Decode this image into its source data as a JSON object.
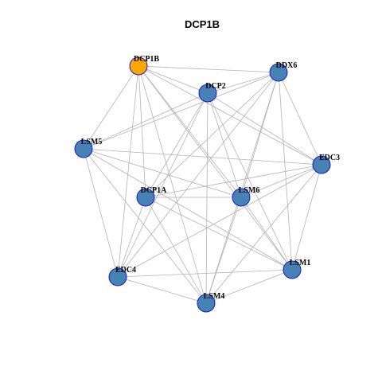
{
  "title": "DCP1B",
  "colors": {
    "focus_node": "#FFA500",
    "node": "#4682B4",
    "node_border": "#0000CD",
    "edge": "#B3B3B3"
  },
  "nodes": [
    {
      "id": "DCP1B",
      "label": "DCP1B",
      "focus": true
    },
    {
      "id": "DDX6",
      "label": "DDX6",
      "focus": false
    },
    {
      "id": "DCP2",
      "label": "DCP2",
      "focus": false
    },
    {
      "id": "LSM5",
      "label": "LSM5",
      "focus": false
    },
    {
      "id": "EDC3",
      "label": "EDC3",
      "focus": false
    },
    {
      "id": "DCP1A",
      "label": "DCP1A",
      "focus": false
    },
    {
      "id": "LSM6",
      "label": "LSM6",
      "focus": false
    },
    {
      "id": "LSM1",
      "label": "LSM1",
      "focus": false
    },
    {
      "id": "EDC4",
      "label": "EDC4",
      "focus": false
    },
    {
      "id": "LSM4",
      "label": "LSM4",
      "focus": false
    }
  ],
  "edges": [
    [
      "DCP1B",
      "DDX6"
    ],
    [
      "DCP1B",
      "DCP2"
    ],
    [
      "DCP1B",
      "LSM5"
    ],
    [
      "DCP1B",
      "EDC3"
    ],
    [
      "DCP1B",
      "DCP1A"
    ],
    [
      "DCP1B",
      "LSM6"
    ],
    [
      "DCP1B",
      "LSM1"
    ],
    [
      "DCP1B",
      "EDC4"
    ],
    [
      "DCP1B",
      "LSM4"
    ],
    [
      "DDX6",
      "DCP2"
    ],
    [
      "DDX6",
      "LSM5"
    ],
    [
      "DDX6",
      "EDC3"
    ],
    [
      "DDX6",
      "DCP1A"
    ],
    [
      "DDX6",
      "LSM6"
    ],
    [
      "DDX6",
      "LSM1"
    ],
    [
      "DDX6",
      "EDC4"
    ],
    [
      "DDX6",
      "LSM4"
    ],
    [
      "DCP2",
      "LSM5"
    ],
    [
      "DCP2",
      "EDC3"
    ],
    [
      "DCP2",
      "DCP1A"
    ],
    [
      "DCP2",
      "LSM6"
    ],
    [
      "DCP2",
      "LSM1"
    ],
    [
      "DCP2",
      "EDC4"
    ],
    [
      "DCP2",
      "LSM4"
    ],
    [
      "LSM5",
      "EDC3"
    ],
    [
      "LSM5",
      "LSM6"
    ],
    [
      "LSM5",
      "LSM1"
    ],
    [
      "LSM5",
      "EDC4"
    ],
    [
      "LSM5",
      "LSM4"
    ],
    [
      "EDC3",
      "DCP1A"
    ],
    [
      "EDC3",
      "EDC4"
    ],
    [
      "EDC3",
      "LSM4"
    ],
    [
      "EDC3",
      "LSM1"
    ],
    [
      "EDC3",
      "LSM6"
    ],
    [
      "DCP1A",
      "LSM6"
    ],
    [
      "DCP1A",
      "LSM1"
    ],
    [
      "DCP1A",
      "EDC4"
    ],
    [
      "DCP1A",
      "LSM4"
    ],
    [
      "LSM6",
      "LSM1"
    ],
    [
      "LSM6",
      "LSM4"
    ],
    [
      "EDC4",
      "LSM1"
    ],
    [
      "EDC4",
      "LSM4"
    ],
    [
      "LSM4",
      "LSM1"
    ]
  ]
}
